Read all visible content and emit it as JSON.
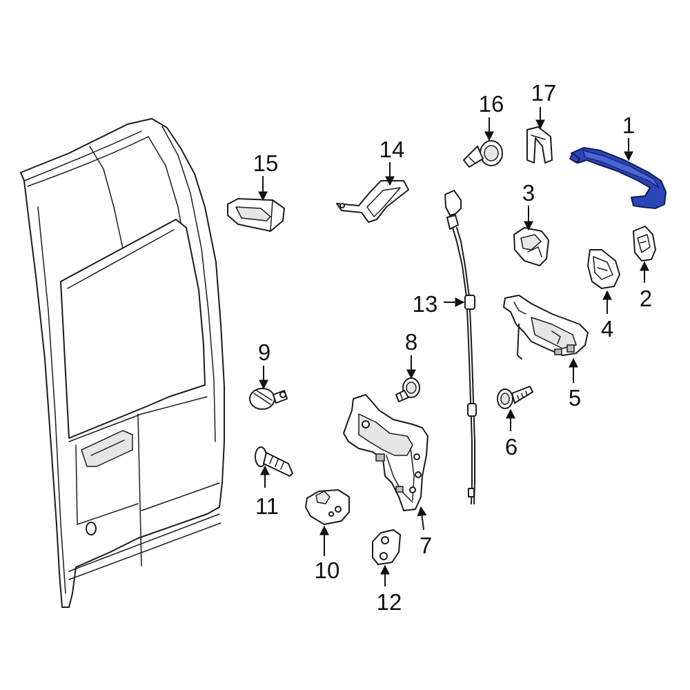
{
  "diagram": {
    "highlight_color": "#2b46b8",
    "line_color": "#1a1a1a",
    "background": "#ffffff",
    "callouts": [
      "1",
      "2",
      "3",
      "4",
      "5",
      "6",
      "7",
      "8",
      "9",
      "10",
      "11",
      "12",
      "13",
      "14",
      "15",
      "16",
      "17"
    ],
    "highlighted_part": "1"
  }
}
